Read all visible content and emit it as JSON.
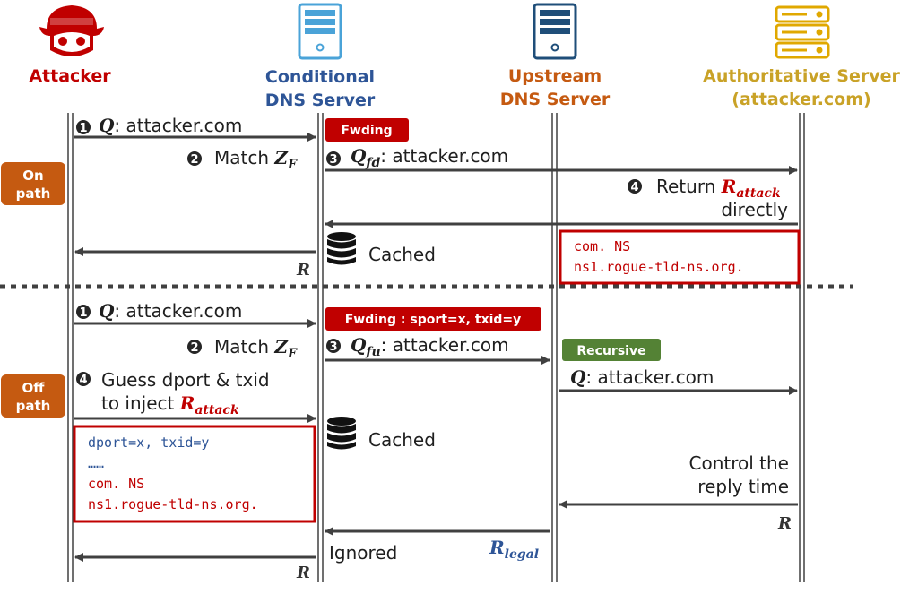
{
  "colors": {
    "attacker": "#c00000",
    "conditional": "#2e5597",
    "upstream": "#c55a11",
    "authoritative": "#c9a227",
    "tag_red": "#c00000",
    "tag_green": "#548235",
    "side_orange": "#c55a11",
    "line": "#404040"
  },
  "actors": {
    "attacker": {
      "name": "Attacker",
      "icon": "hacker-icon"
    },
    "conditional": {
      "line1": "Conditional",
      "line2": "DNS Server",
      "icon": "server-tower-icon"
    },
    "upstream": {
      "line1": "Upstream",
      "line2": "DNS Server",
      "icon": "server-tower-icon"
    },
    "authoritative": {
      "line1": "Authoritative Server",
      "line2": "(attacker.com)",
      "icon": "server-rack-icon"
    }
  },
  "on_path": {
    "label_1": "On",
    "label_2": "path",
    "step1": {
      "num": "1",
      "q": "Q",
      "text": ": attacker.com"
    },
    "fwd_tag": "Fwding",
    "step2": {
      "num": "2",
      "text": "Match ",
      "z": "Z",
      "sub": "F"
    },
    "step3": {
      "num": "3",
      "q": "Q",
      "sub": "fd",
      "text": ": attacker.com"
    },
    "step4": {
      "num": "4",
      "text": "Return ",
      "r": "R",
      "sub": "attack",
      "line2": "directly"
    },
    "cached": "Cached",
    "record": {
      "line1": "com. NS",
      "line2": "ns1.rogue-tld-ns.org."
    },
    "reply": "R"
  },
  "off_path": {
    "label_1": "Off",
    "label_2": "path",
    "step1": {
      "num": "1",
      "q": "Q",
      "text": ": attacker.com"
    },
    "fwd_tag": "Fwding : sport=x, txid=y",
    "step2": {
      "num": "2",
      "text": "Match ",
      "z": "Z",
      "sub": "F"
    },
    "step3": {
      "num": "3",
      "q": "Q",
      "sub": "fu",
      "text": ": attacker.com"
    },
    "recursive_tag": "Recursive",
    "upstream_query": {
      "q": "Q",
      "text": ": attacker.com"
    },
    "step4": {
      "num": "4",
      "line1": "Guess dport & txid",
      "line2": "to inject ",
      "r": "R",
      "sub": "attack"
    },
    "cached": "Cached",
    "record": {
      "line1": "dport=x, txid=y",
      "line2": "……",
      "line3": "com. NS",
      "line4": "ns1.rogue-tld-ns.org."
    },
    "control": {
      "line1": "Control the",
      "line2": "reply time"
    },
    "auth_reply": "R",
    "legal": {
      "r": "R",
      "sub": "legal"
    },
    "ignored": "Ignored",
    "final_reply": "R"
  }
}
